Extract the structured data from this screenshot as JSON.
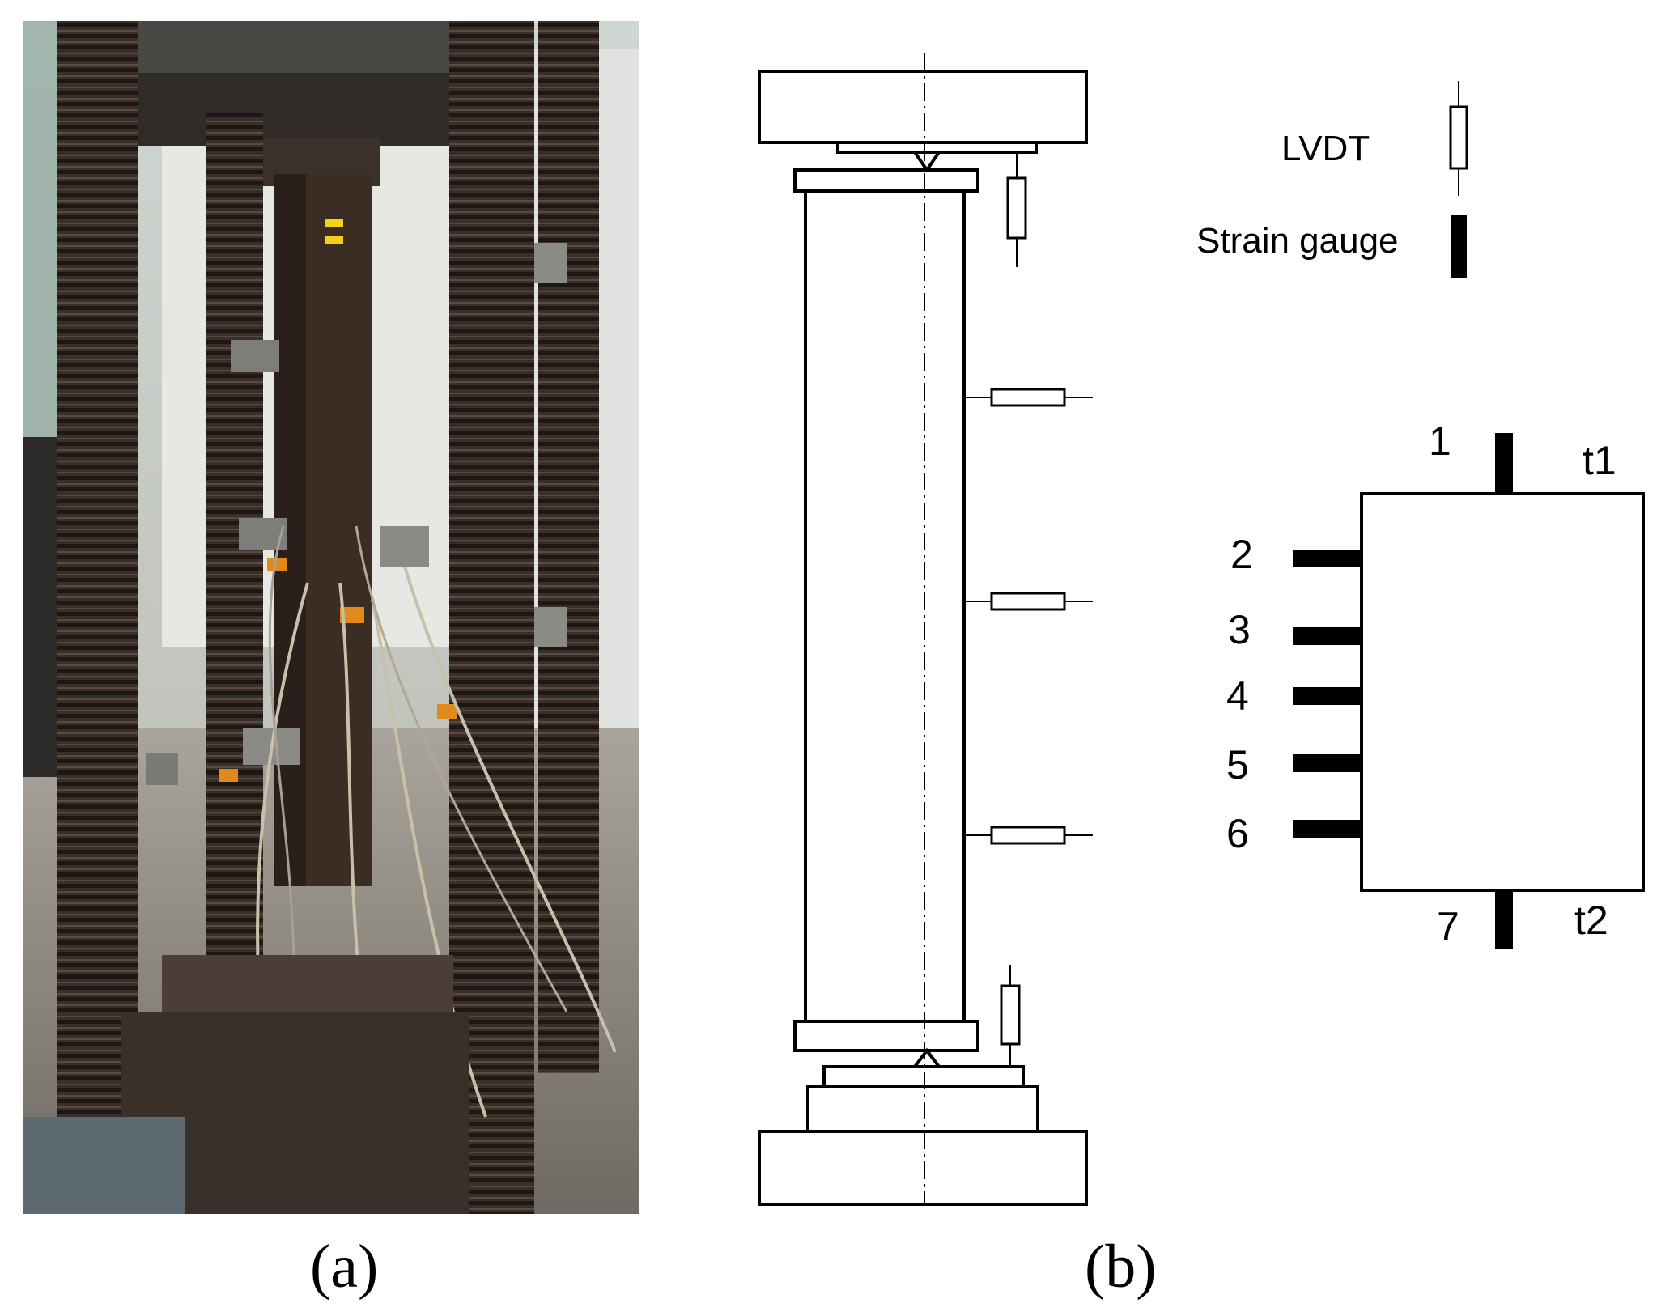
{
  "figure": {
    "panel_a_label": "(a)",
    "panel_b_label": "(b)"
  },
  "legend": {
    "lvdt_label": "LVDT",
    "strain_gauge_label": "Strain gauge"
  },
  "section": {
    "gauges": [
      "1",
      "2",
      "3",
      "4",
      "5",
      "6",
      "7"
    ],
    "thickness_labels": [
      "t1",
      "t2"
    ]
  },
  "colors": {
    "ink": "#000000",
    "column_steel": "#3a2a22",
    "threaded_rod": "#2e2420",
    "floor": "#9b9890",
    "wall": "#d9dcd6"
  }
}
